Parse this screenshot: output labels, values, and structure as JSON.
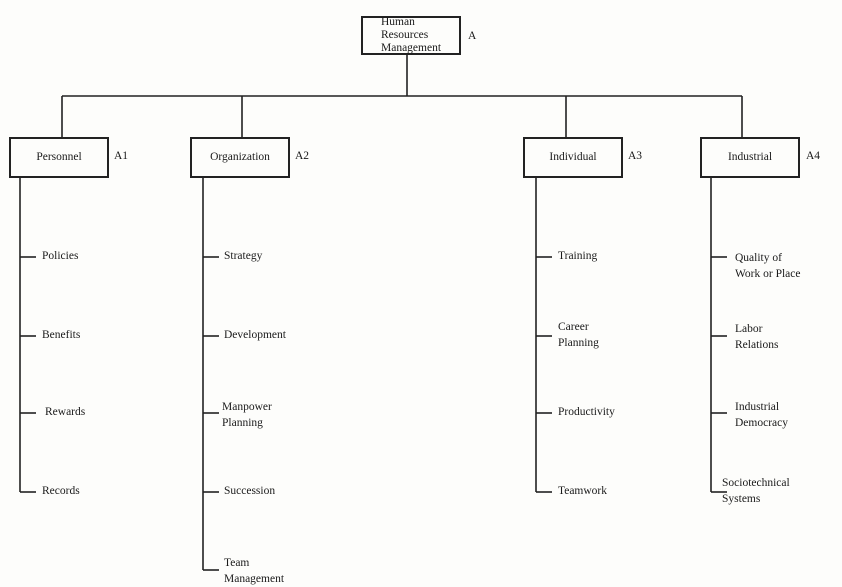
{
  "root": {
    "label": "Human\nResources\nManagement",
    "code": "A"
  },
  "branches": [
    {
      "label": "Personnel",
      "code": "A1",
      "items": [
        "Policies",
        "Benefits",
        "Rewards",
        "Records"
      ]
    },
    {
      "label": "Organization",
      "code": "A2",
      "items": [
        "Strategy",
        "Development",
        "Manpower\nPlanning",
        "Succession",
        "Team\nManagement"
      ]
    },
    {
      "label": "Individual",
      "code": "A3",
      "items": [
        "Training",
        "Career\nPlanning",
        "Productivity",
        "Teamwork"
      ]
    },
    {
      "label": "Industrial",
      "code": "A4",
      "items": [
        "Quality of\nWork or Place",
        "Labor\nRelations",
        "Industrial\nDemocracy",
        "Sociotechnical\nSystems"
      ]
    }
  ]
}
